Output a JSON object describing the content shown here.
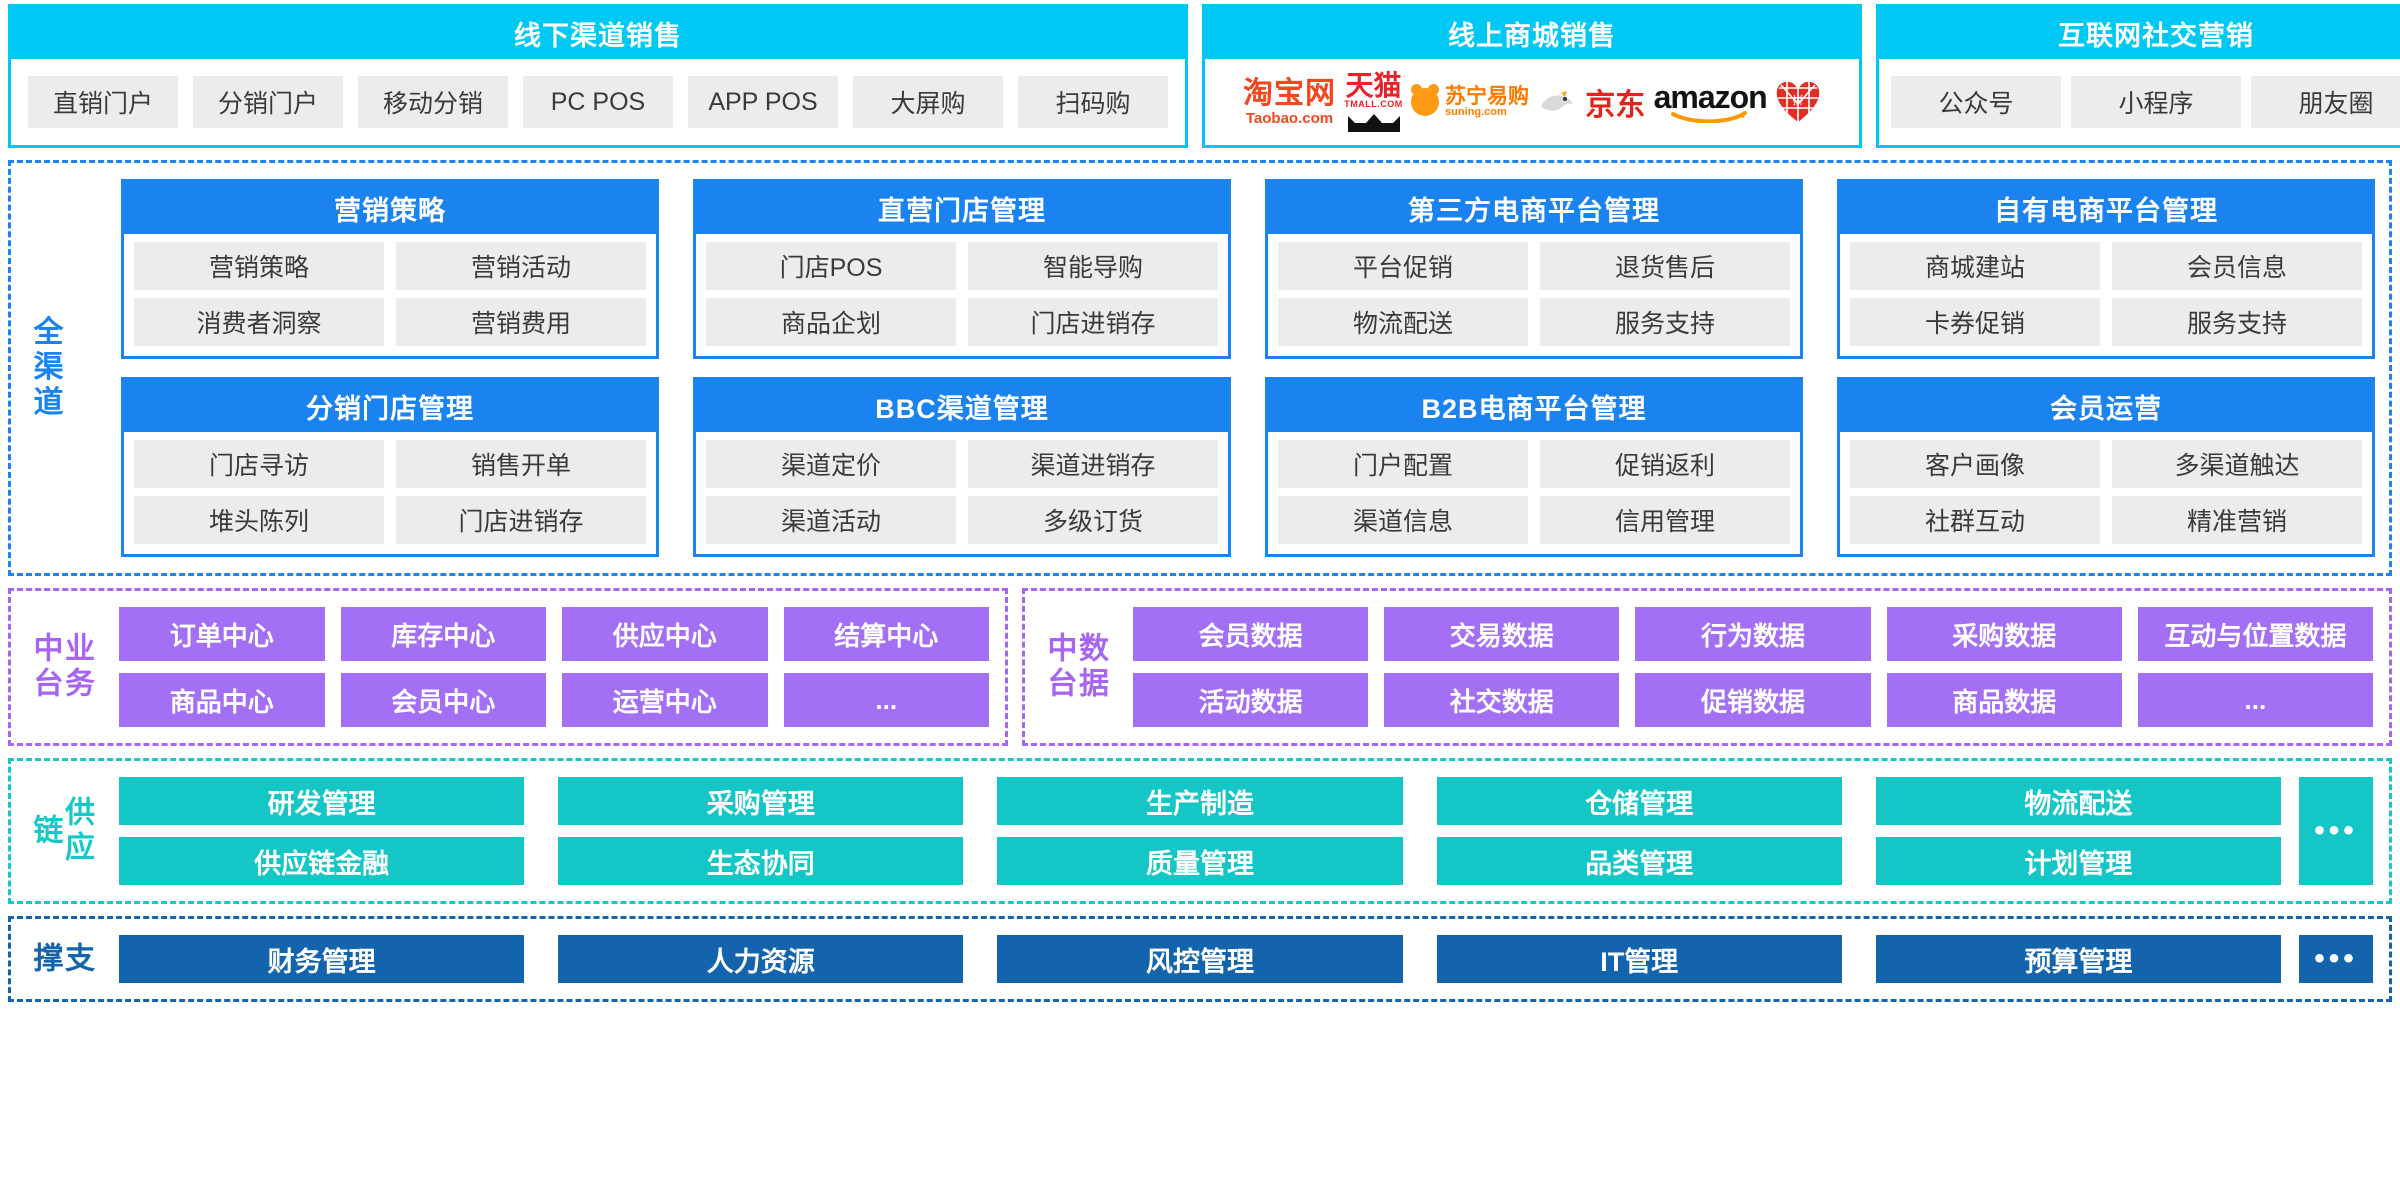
{
  "top_channels": [
    {
      "title": "线下渠道销售",
      "kind": "chips",
      "items": [
        "直销门户",
        "分销门户",
        "移动分销",
        "PC POS",
        "APP POS",
        "大屏购",
        "扫码购"
      ]
    },
    {
      "title": "线上商城销售",
      "kind": "logos",
      "logos": [
        {
          "name": "taobao-logo",
          "cn": "淘宝网",
          "en": "Taobao.com"
        },
        {
          "name": "tmall-logo",
          "cn": "天猫",
          "en": "TMALL.COM"
        },
        {
          "name": "suning-logo",
          "cn": "苏宁易购",
          "en": "suning.com"
        },
        {
          "name": "jd-logo",
          "cn": "京东",
          "en": ""
        },
        {
          "name": "amazon-logo",
          "cn": "amazon",
          "en": ""
        },
        {
          "name": "pinduoduo-logo",
          "cn": "拼",
          "en": ""
        }
      ]
    },
    {
      "title": "互联网社交营销",
      "kind": "chips",
      "items": [
        "公众号",
        "小程序",
        "朋友圈"
      ]
    }
  ],
  "omni": {
    "label": "全渠道",
    "color": "#1a83f0",
    "modules": [
      {
        "title": "营销策略",
        "cells": [
          "营销策略",
          "营销活动",
          "消费者洞察",
          "营销费用"
        ]
      },
      {
        "title": "直营门店管理",
        "cells": [
          "门店POS",
          "智能导购",
          "商品企划",
          "门店进销存"
        ]
      },
      {
        "title": "第三方电商平台管理",
        "cells": [
          "平台促销",
          "退货售后",
          "物流配送",
          "服务支持"
        ]
      },
      {
        "title": "自有电商平台管理",
        "cells": [
          "商城建站",
          "会员信息",
          "卡券促销",
          "服务支持"
        ]
      },
      {
        "title": "分销门店管理",
        "cells": [
          "门店寻访",
          "销售开单",
          "堆头陈列",
          "门店进销存"
        ]
      },
      {
        "title": "BBC渠道管理",
        "cells": [
          "渠道定价",
          "渠道进销存",
          "渠道活动",
          "多级订货"
        ]
      },
      {
        "title": "B2B电商平台管理",
        "cells": [
          "门户配置",
          "促销返利",
          "渠道信息",
          "信用管理"
        ]
      },
      {
        "title": "会员运营",
        "cells": [
          "客户画像",
          "多渠道触达",
          "社群互动",
          "精准营销"
        ]
      }
    ]
  },
  "business_mid": {
    "label": "业务中台",
    "color": "#a765f5",
    "cells": [
      "订单中心",
      "库存中心",
      "供应中心",
      "结算中心",
      "商品中心",
      "会员中心",
      "运营中心",
      "..."
    ]
  },
  "data_mid": {
    "label": "数据中台",
    "color": "#a765f5",
    "cells": [
      "会员数据",
      "交易数据",
      "行为数据",
      "采购数据",
      "互动与位置数据",
      "活动数据",
      "社交数据",
      "促销数据",
      "商品数据",
      "..."
    ]
  },
  "supply_chain": {
    "label": "供应链",
    "color": "#18c8c8",
    "cells": [
      "研发管理",
      "采购管理",
      "生产制造",
      "仓储管理",
      "物流配送",
      "供应链金融",
      "生态协同",
      "质量管理",
      "品类管理",
      "计划管理"
    ],
    "more": "•••"
  },
  "support": {
    "label": "支撑",
    "color": "#1463ad",
    "cells": [
      "财务管理",
      "人力资源",
      "风控管理",
      "IT管理",
      "预算管理"
    ],
    "more": "•••"
  }
}
